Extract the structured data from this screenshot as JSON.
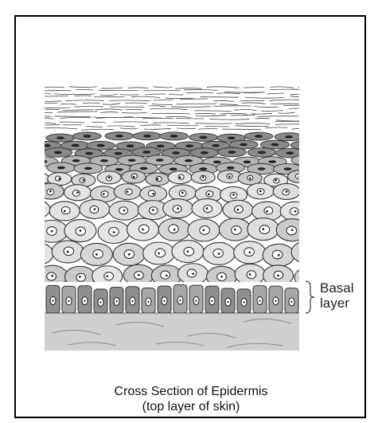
{
  "diagram": {
    "label_line_1": "Basal",
    "label_line_2": "layer",
    "caption_line_1": "Cross Section of Epidermis",
    "caption_line_2": "(top layer of skin)"
  }
}
